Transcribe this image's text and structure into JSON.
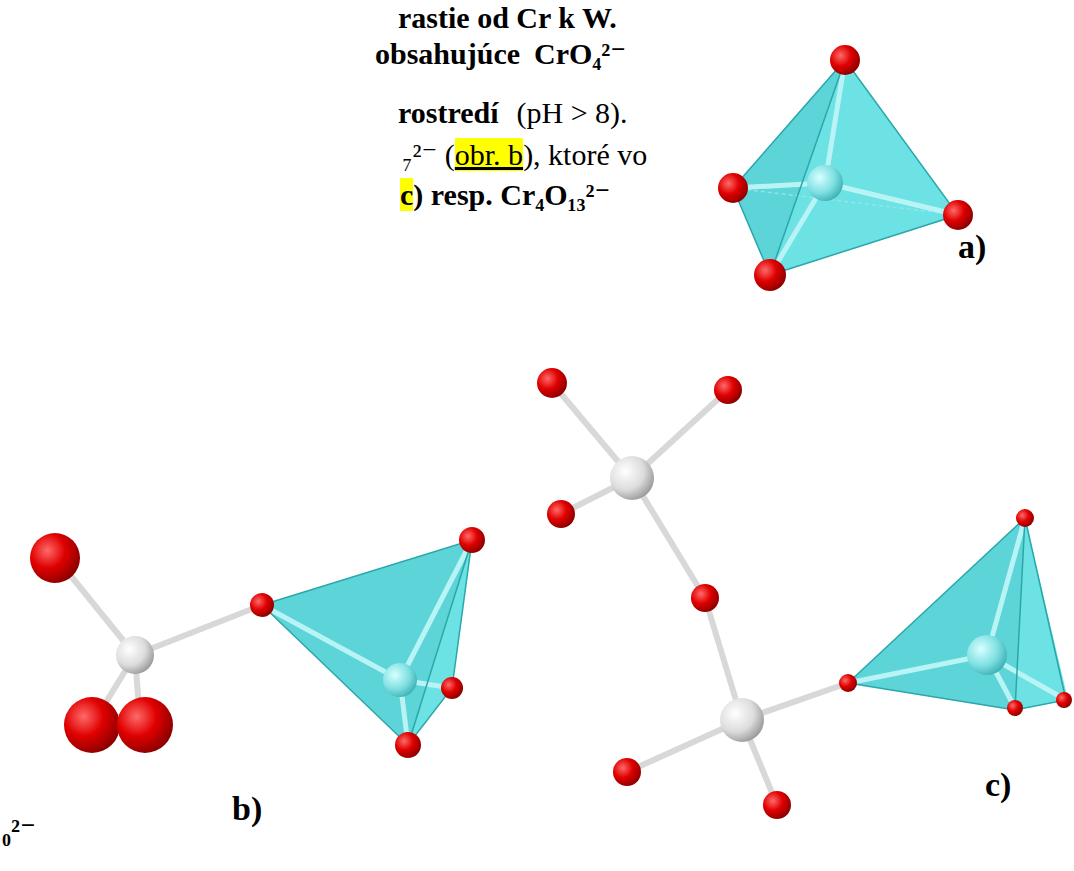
{
  "diagram": {
    "labels": [
      "rastie od Cr k W.",
      "obsahujúce",
      "CrO₄²⁻",
      "rostredí",
      "(pH > 8).",
      "₇²⁻ (",
      "obr. b",
      "), ktoré vo",
      "c",
      ") resp. Cr₄O₁₃²⁻",
      "₀²⁻",
      "a)",
      "b)",
      "c)"
    ]
  }
}
